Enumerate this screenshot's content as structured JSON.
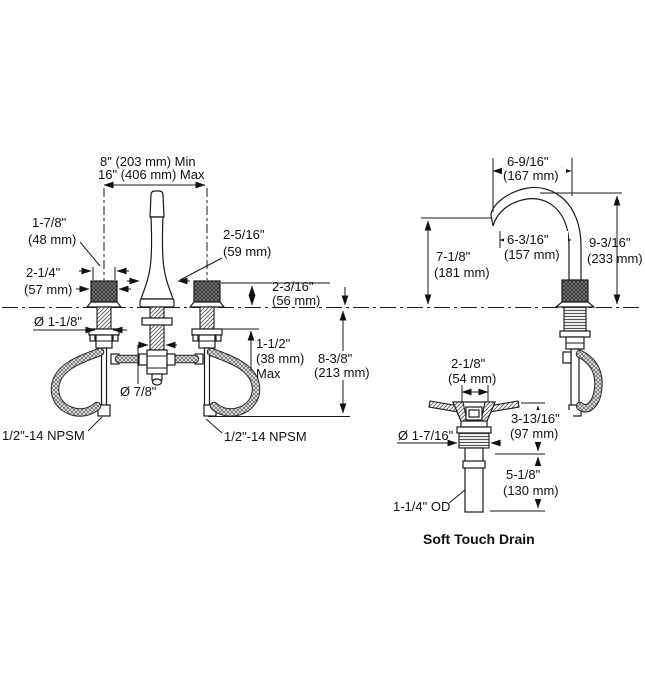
{
  "diagram": {
    "colors": {
      "line": "#1a1a1a",
      "text": "#111111",
      "knurl_dark": "#2e2e2e",
      "background": "#ffffff"
    },
    "front_view": {
      "spread_min": "8\" (203 mm) Min",
      "spread_max": "16\" (406 mm) Max",
      "handle_top_width": "1-7/8\"",
      "handle_top_width_mm": "(48 mm)",
      "handle_width": "2-1/4\"",
      "handle_width_mm": "(57 mm)",
      "spout_base_width": "2-5/16\"",
      "spout_base_width_mm": "(59 mm)",
      "handle_height": "2-3/16\"",
      "handle_height_mm": "(56 mm)",
      "shank_diameter": "Ø 1-1/8\"",
      "deck_max": "1-1/2\"",
      "deck_max_mm": "(38 mm)",
      "deck_max_suffix": "Max",
      "below_deck_depth": "8-3/8\"",
      "below_deck_depth_mm": "(213 mm)",
      "valve_diameter": "Ø 7/8\"",
      "left_connection": "1/2\"-14 NPSM",
      "right_connection": "1/2\"-14 NPSM"
    },
    "side_view": {
      "spout_reach": "6-9/16\"",
      "spout_reach_mm": "(167 mm)",
      "spout_reach_inner": "6-3/16\"",
      "spout_reach_inner_mm": "(157 mm)",
      "outlet_height": "7-1/8\"",
      "outlet_height_mm": "(181 mm)",
      "spout_height": "9-3/16\"",
      "spout_height_mm": "(233 mm)"
    },
    "drain_view": {
      "flange_width": "2-1/8\"",
      "flange_width_mm": "(54 mm)",
      "upper_height": "3-13/16\"",
      "upper_height_mm": "(97 mm)",
      "thread_diameter": "Ø 1-7/16\"",
      "tailpiece_length": "5-1/8\"",
      "tailpiece_length_mm": "(130 mm)",
      "tailpiece_od": "1-1/4\" OD",
      "caption": "Soft Touch Drain"
    }
  }
}
